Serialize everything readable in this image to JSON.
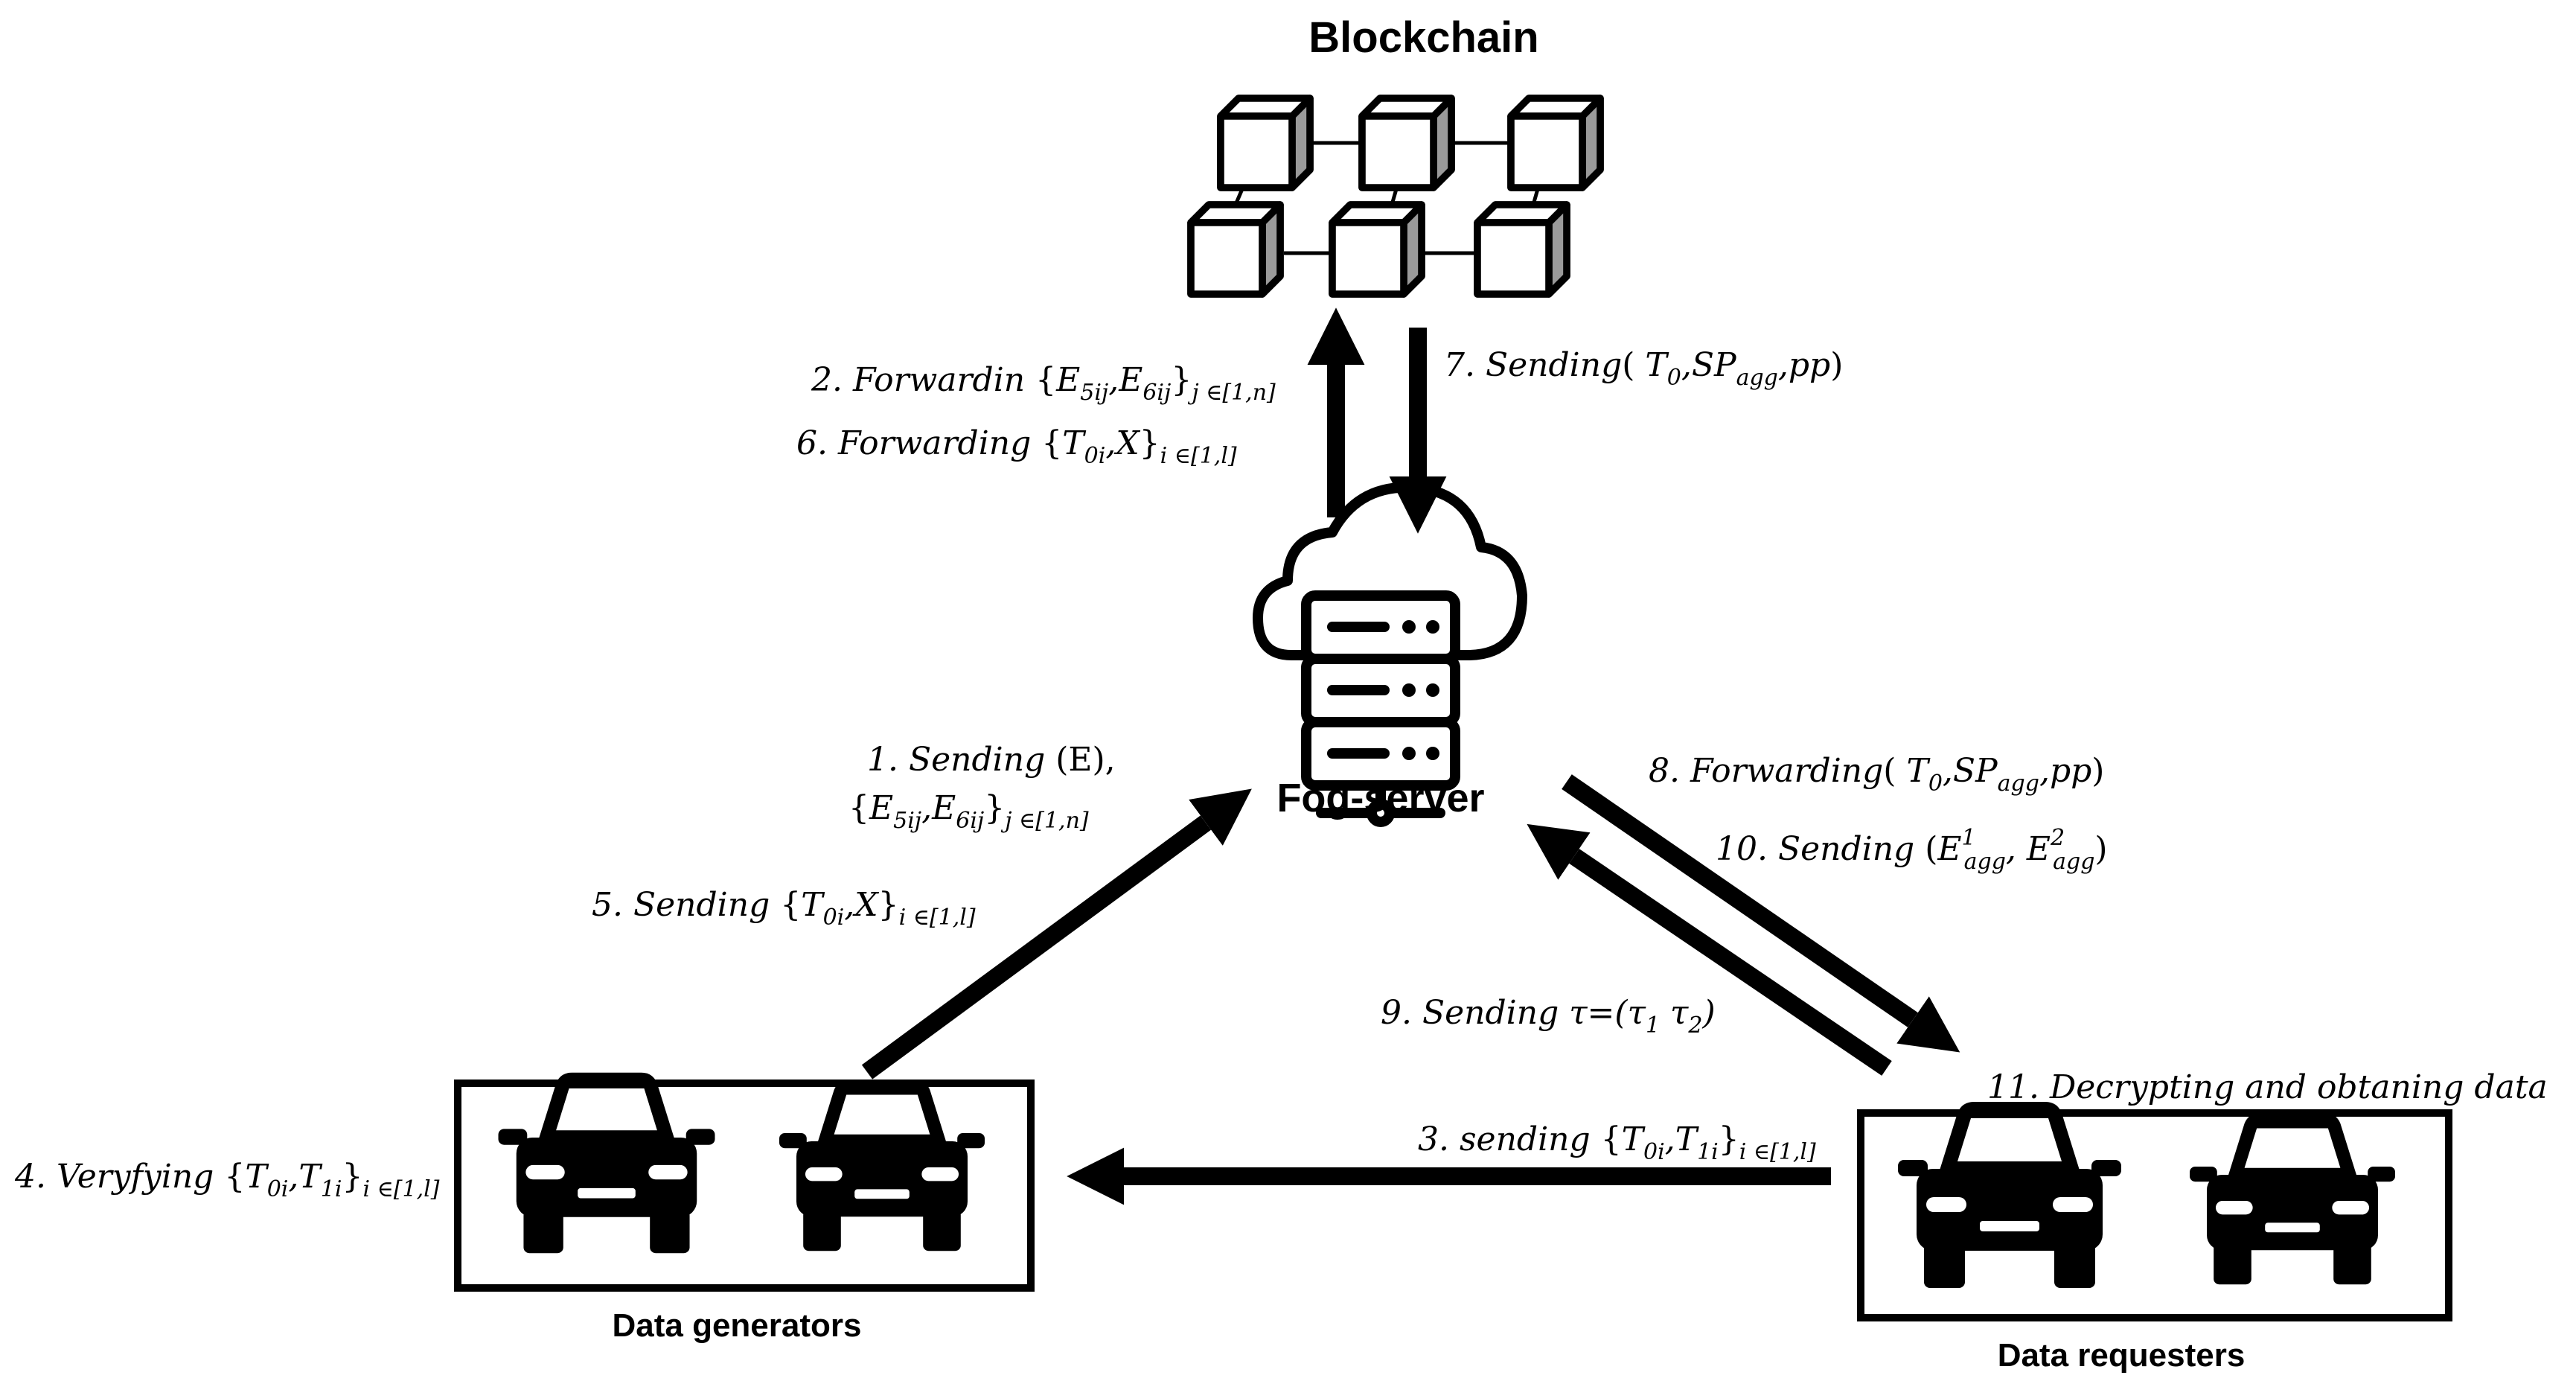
{
  "titles": {
    "blockchain": "Blockchain",
    "fog_server": "Fog-server",
    "data_generators": "Data generators",
    "data_requesters": "Data requesters"
  },
  "labels": {
    "l2": {
      "text": "2. Forwardin ",
      "open": "{",
      "e1": "E",
      "e1_sub": "5ij",
      "comma": ",",
      "e2": "E",
      "e2_sub": "6ij",
      "close": "}",
      "idx": "j ∈[1,n]"
    },
    "l6": {
      "text": "6. Forwarding ",
      "open": "{",
      "t": "T",
      "t_sub": "0i",
      "comma": ",",
      "x": "X",
      "close": "}",
      "idx": "i ∈[1,l]"
    },
    "l7": {
      "text": "7. Sending",
      "open": "( ",
      "t": "T",
      "t_sub": "0",
      "comma1": ",",
      "sp": "SP",
      "sp_sub": "agg",
      "rest": ",pp",
      "close": ")"
    },
    "l1a": {
      "text": "1. Sending ",
      "arg": "(E),",
      "e": "E"
    },
    "l1b": {
      "open": "{",
      "e1": "E",
      "e1_sub": "5ij",
      "comma": ",",
      "e2": "E",
      "e2_sub": "6ij",
      "close": "}",
      "idx": "j ∈[1,n]"
    },
    "l5": {
      "text": "5. Sending ",
      "open": "{",
      "t": "T",
      "t_sub": "0i",
      "comma": ",",
      "x": "X",
      "close": "}",
      "idx": "i ∈[1,l]"
    },
    "l8": {
      "text": "8. Forwarding",
      "open": "( ",
      "t": "T",
      "t_sub": "0",
      "comma1": ",",
      "sp": "SP",
      "sp_sub": "agg",
      "rest": ",pp",
      "close": ")"
    },
    "l10": {
      "text": "10. Sending ",
      "open": "(",
      "e1": "E",
      "e1_sub": "agg",
      "e1_sup": "1",
      "comma": ", ",
      "e2": "E",
      "e2_sub": "agg",
      "e2_sup": "2",
      "close": ")"
    },
    "l9": {
      "text": "9. Sending ",
      "tau": "τ=(τ",
      "s1": "1",
      "mid": "  τ",
      "s2": "2",
      "close": ")"
    },
    "l11": {
      "text": "11. Decrypting and obtaning data"
    },
    "l3": {
      "text": "3. sending ",
      "open": "{",
      "t": "T",
      "t_sub": "0i",
      "comma": ",",
      "t2": "T",
      "t2_sub": "1i",
      "close": "}",
      "idx": "i ∈[1,l]"
    },
    "l4": {
      "text": "4. Veryfying ",
      "open": "{",
      "t": "T",
      "t_sub": "0i",
      "comma": ",",
      "t2": "T",
      "t2_sub": "1i",
      "close": "}",
      "idx": "i ∈[1,l]"
    }
  },
  "icons": {
    "blocks": [
      "block-icon",
      "block-icon",
      "block-icon",
      "block-icon",
      "block-icon",
      "block-icon"
    ],
    "fog": "cloud-server-icon",
    "car": "car-icon"
  }
}
